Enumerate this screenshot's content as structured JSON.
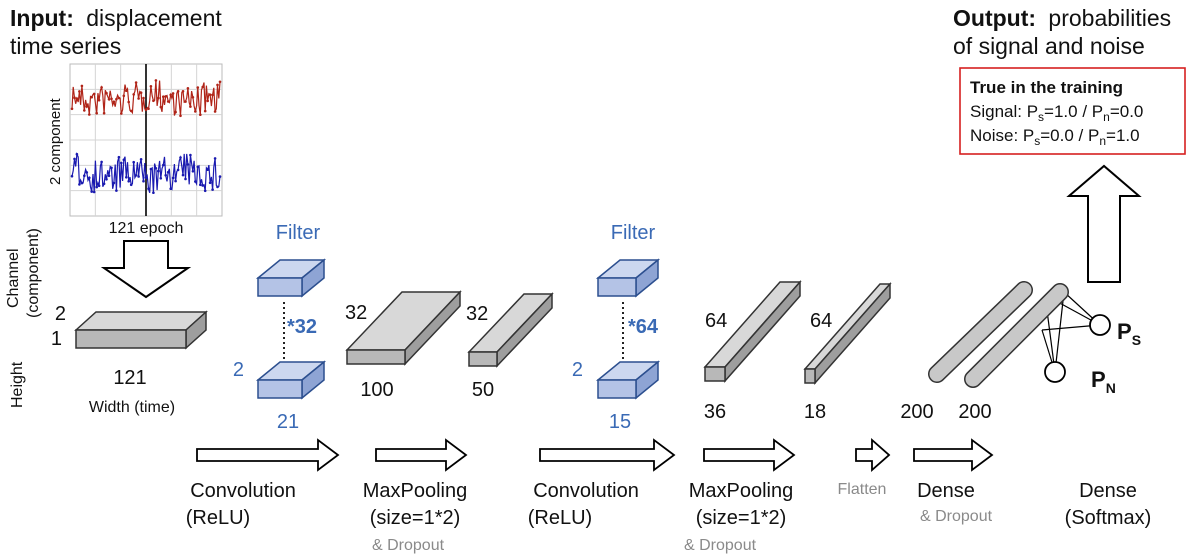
{
  "input": {
    "heading_bold": "Input:",
    "heading_rest": "displacement",
    "heading_line2": "time series",
    "plot_y_label": "2 component",
    "plot_x_label": "121 epoch"
  },
  "output": {
    "heading_bold": "Output:",
    "heading_rest": "probabilities",
    "heading_line2": "of signal and noise",
    "truth_box": {
      "title": "True in the training",
      "signal_label": "Signal: P",
      "signal_sub1": "s",
      "signal_mid": "=1.0 / P",
      "signal_sub2": "n",
      "signal_end": "=0.0",
      "noise_label": "Noise: P",
      "noise_sub1": "s",
      "noise_mid": "=0.0 / P",
      "noise_sub2": "n",
      "noise_end": "=1.0"
    },
    "ps_label": "P",
    "ps_sub": "S",
    "pn_label": "P",
    "pn_sub": "N"
  },
  "input_block": {
    "channel_label": "Channel",
    "component_label": "(component)",
    "height_label": "Height",
    "dim_2": "2",
    "dim_1": "1",
    "dim_121": "121",
    "width_label": "Width (time)"
  },
  "filter1": {
    "title": "Filter",
    "count": "*32",
    "height": "2",
    "width": "21"
  },
  "conv1_out": {
    "depth": "32",
    "width": "100"
  },
  "pool1_out": {
    "depth": "32",
    "width": "50"
  },
  "filter2": {
    "title": "Filter",
    "count": "*64",
    "height": "2",
    "width": "15"
  },
  "conv2_out": {
    "depth": "64",
    "width": "36"
  },
  "pool2_out": {
    "depth": "64",
    "width": "18"
  },
  "dense1": {
    "size_a": "200",
    "size_b": "200"
  },
  "steps": [
    {
      "line1": "Convolution",
      "line2": "(ReLU)",
      "note": ""
    },
    {
      "line1": "MaxPooling",
      "line2": "(size=1*2)",
      "note": "& Dropout"
    },
    {
      "line1": "Convolution",
      "line2": "(ReLU)",
      "note": ""
    },
    {
      "line1": "MaxPooling",
      "line2": "(size=1*2)",
      "note": "& Dropout"
    },
    {
      "line1": "",
      "line2": "",
      "note": "Flatten"
    },
    {
      "line1": "Dense",
      "line2": "",
      "note": "& Dropout"
    },
    {
      "line1": "Dense",
      "line2": "(Softmax)",
      "note": ""
    }
  ],
  "colors": {
    "filter_fill": "#b4c3e6",
    "filter_stroke": "#2c4f8f",
    "block_fill": "#c4c4c4",
    "block_stroke": "#333333",
    "accent_blue": "#3a6ab5",
    "truth_box_border": "#d62020",
    "series_red": "#b02418",
    "series_blue": "#1a1ab0"
  }
}
